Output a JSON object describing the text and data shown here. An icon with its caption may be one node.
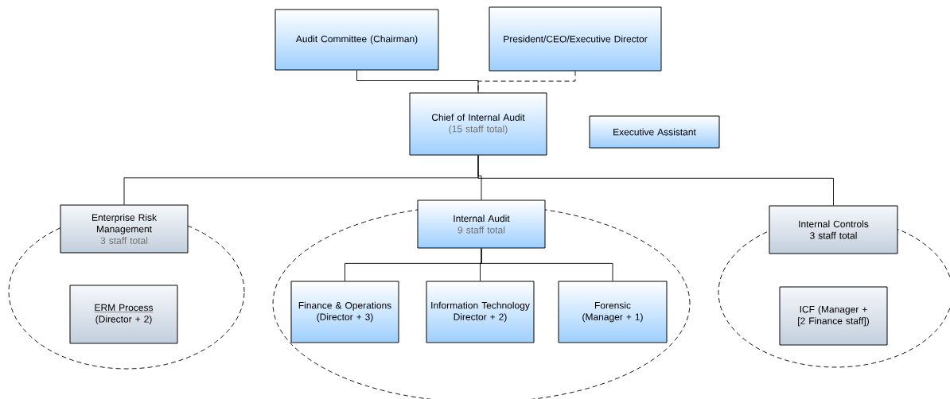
{
  "diagram": {
    "nodes": [
      {
        "text": [
          "Audit Committee (Chairman)"
        ]
      },
      {
        "text": [
          "President/CEO/Executive Director"
        ]
      },
      {
        "text": [
          "Chief of Internal Audit",
          "(15 staff total)"
        ]
      },
      {
        "text": [
          "Executive Assistant"
        ]
      },
      {
        "text": [
          "Enterprise Risk Management",
          "3 staff total"
        ]
      },
      {
        "text": [
          "ERM Process",
          "(Director + 2)"
        ]
      },
      {
        "text": [
          "Internal Audit",
          "9 staff total"
        ]
      },
      {
        "text": [
          "Finance & Operations",
          "(Director + 3)"
        ]
      },
      {
        "text": [
          "Information Technology",
          "Director + 2)"
        ]
      },
      {
        "text": [
          "Forensic (Manager + 1)"
        ]
      },
      {
        "text": [
          "Internal Controls",
          "3 staff total"
        ]
      },
      {
        "text": [
          "ICF (Manager + [2 Finance staff])"
        ]
      }
    ],
    "edges": [
      {
        "from": 0,
        "to": 2,
        "arrow": "none"
      },
      {
        "from": 1,
        "to": 2,
        "arrow": "none",
        "style": "dashed"
      },
      {
        "from": 2,
        "to": 4,
        "arrow": "none"
      },
      {
        "from": 2,
        "to": 6,
        "arrow": "none"
      },
      {
        "from": 2,
        "to": 10,
        "arrow": "none"
      },
      {
        "from": 6,
        "to": 7,
        "arrow": "none"
      },
      {
        "from": 6,
        "to": 8,
        "arrow": "none"
      },
      {
        "from": 6,
        "to": 9,
        "arrow": "none"
      }
    ]
  }
}
